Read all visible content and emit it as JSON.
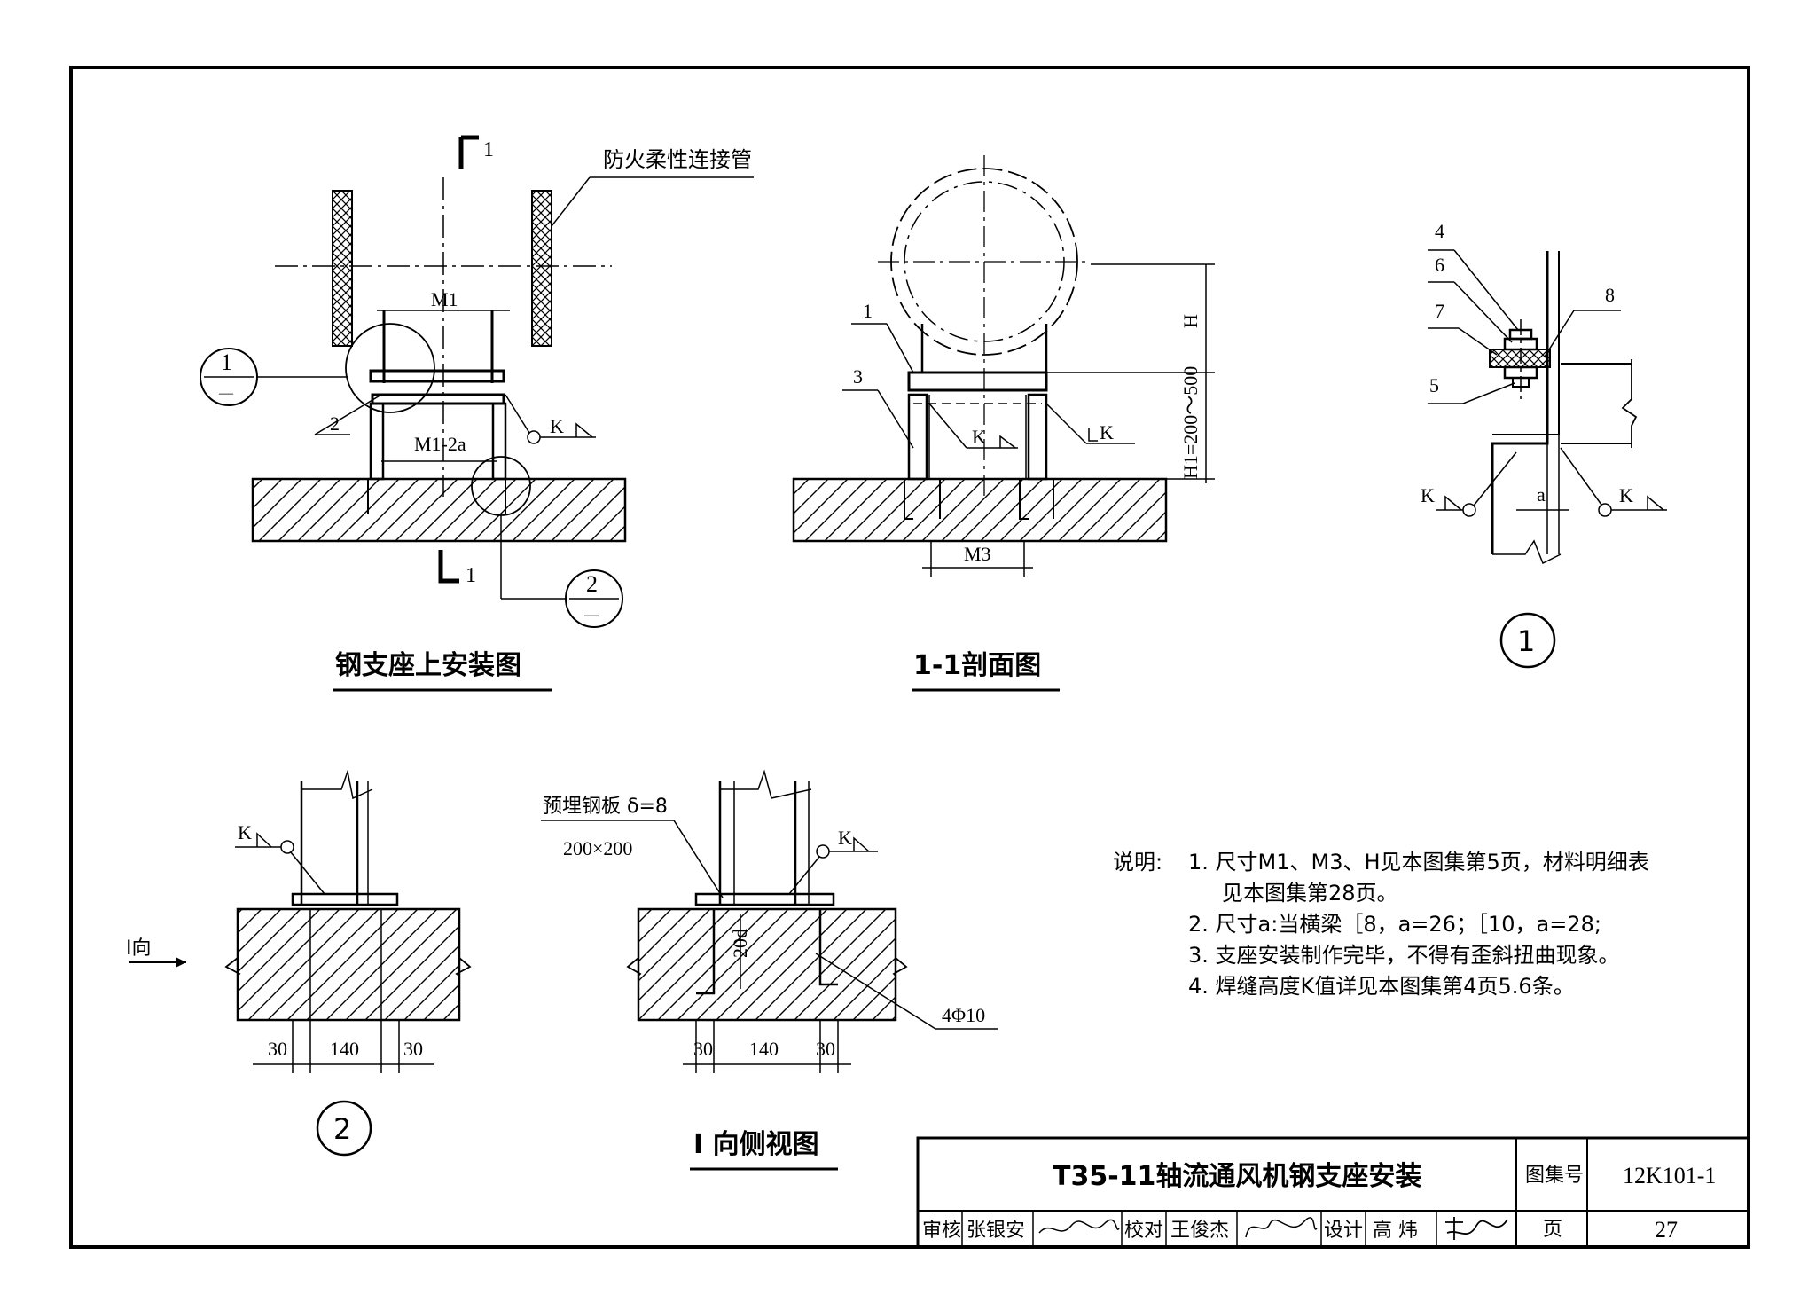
{
  "views": {
    "plan": {
      "title": "钢支座上安装图",
      "flex_label": "防火柔性连接管",
      "section_mark": "1",
      "dim_m1": "M1",
      "dim_m1_2a": "M1-2a",
      "part_2": "2",
      "weld_k": "K",
      "detail_ref_1": "1",
      "detail_ref_2": "2",
      "detail_sub": "—"
    },
    "section": {
      "title": "1-1剖面图",
      "part_1": "1",
      "part_3": "3",
      "weld_k": "K",
      "weld_k2": "K",
      "dim_h": "H",
      "dim_h1": "H1=200～500",
      "dim_m3": "M3"
    },
    "detail1": {
      "mark": "1",
      "parts": [
        "4",
        "6",
        "7",
        "5",
        "8"
      ],
      "weld_k_left": "K",
      "weld_k_right": "K",
      "dim_a": "a"
    },
    "detail2": {
      "mark": "2",
      "weld_k": "K",
      "direction": "I向",
      "dims": [
        "30",
        "140",
        "30"
      ]
    },
    "side_view": {
      "title": "I 向侧视图",
      "plate_label_1": "预埋钢板 δ=8",
      "plate_label_2": "200×200",
      "weld_k": "K",
      "anchor_len": "20d",
      "rebar": "4Φ10",
      "dims": [
        "30",
        "140",
        "30"
      ]
    }
  },
  "notes": {
    "heading": "说明:",
    "items": [
      "1. 尺寸M1、M3、H见本图集第5页，材料明细表",
      "见本图集第28页。",
      "2. 尺寸a:当横梁［8，a=26；［10，a=28;",
      "3. 支座安装制作完毕，不得有歪斜扭曲现象。",
      "4. 焊缝高度K值详见本图集第4页5.6条。"
    ]
  },
  "title_block": {
    "drawing_title": "T35-11轴流通风机钢支座安装",
    "atlas_label": "图集号",
    "atlas_no": "12K101-1",
    "page_label": "页",
    "page_no": "27",
    "review_label": "审核",
    "reviewer": "张银安",
    "check_label": "校对",
    "checker": "王俊杰",
    "design_label": "设计",
    "designer": "高 炜"
  }
}
